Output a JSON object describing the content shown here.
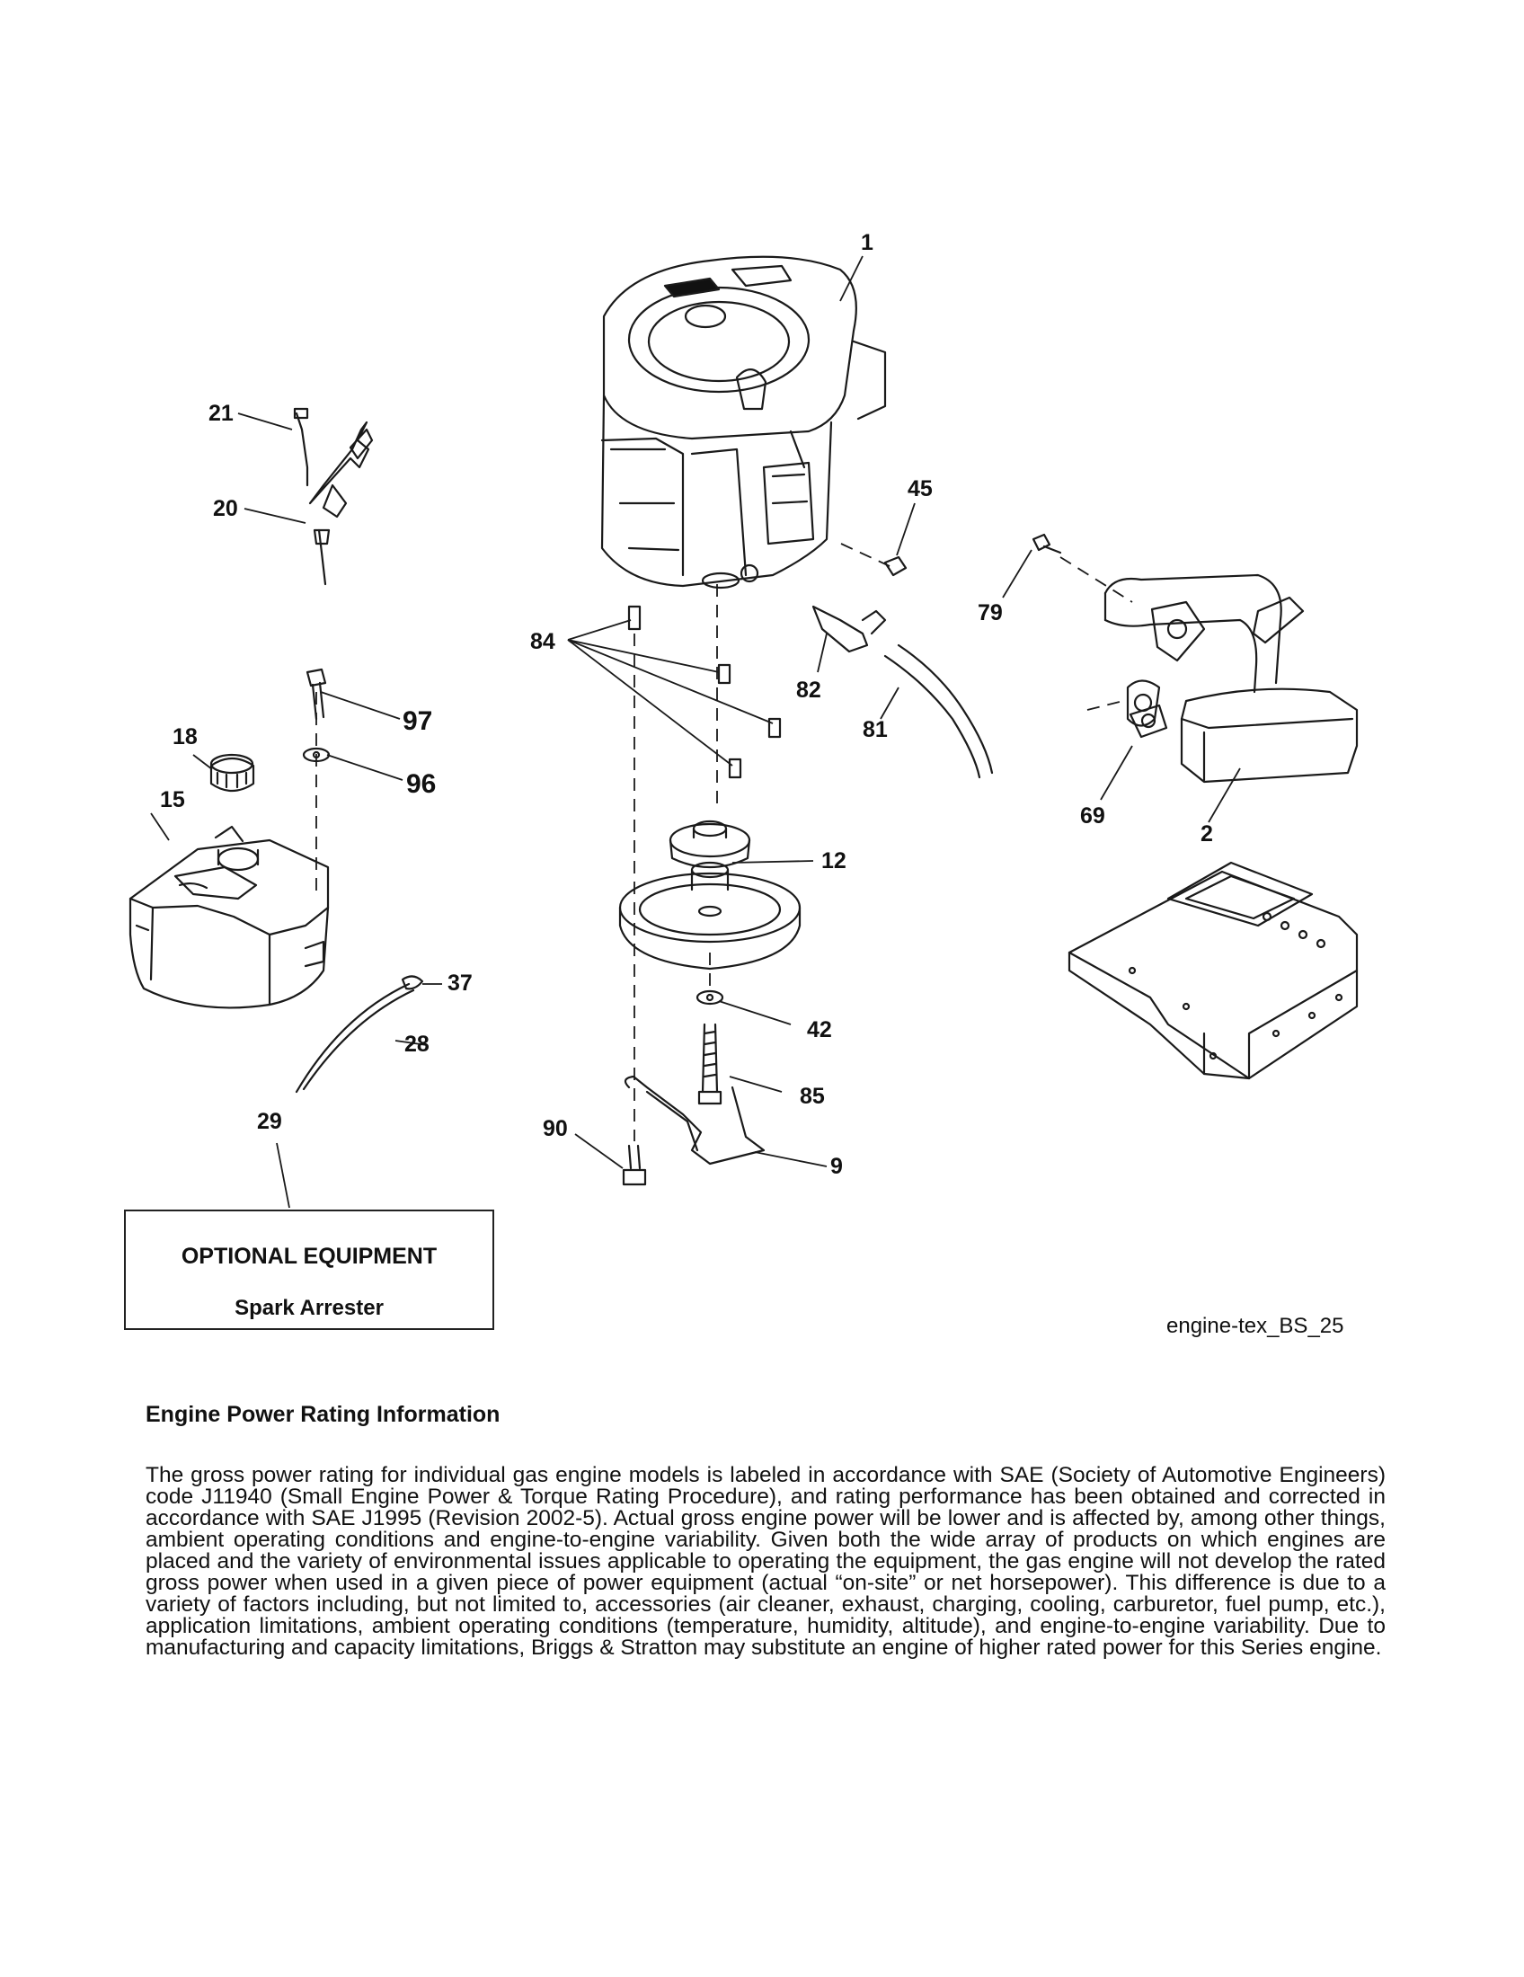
{
  "callouts": [
    {
      "id": "c1",
      "text": "1"
    },
    {
      "id": "c21",
      "text": "21"
    },
    {
      "id": "c20",
      "text": "20"
    },
    {
      "id": "c45",
      "text": "45"
    },
    {
      "id": "c79",
      "text": "79"
    },
    {
      "id": "c84",
      "text": "84"
    },
    {
      "id": "c82",
      "text": "82"
    },
    {
      "id": "c81",
      "text": "81"
    },
    {
      "id": "c97",
      "text": "97"
    },
    {
      "id": "c18",
      "text": "18"
    },
    {
      "id": "c96",
      "text": "96"
    },
    {
      "id": "c15",
      "text": "15"
    },
    {
      "id": "c69",
      "text": "69"
    },
    {
      "id": "c2",
      "text": "2"
    },
    {
      "id": "c12",
      "text": "12"
    },
    {
      "id": "c37",
      "text": "37"
    },
    {
      "id": "c42",
      "text": "42"
    },
    {
      "id": "c28",
      "text": "28"
    },
    {
      "id": "c85",
      "text": "85"
    },
    {
      "id": "c29",
      "text": "29"
    },
    {
      "id": "c90",
      "text": "90"
    },
    {
      "id": "c9",
      "text": "9"
    }
  ],
  "optional_box": {
    "title": "OPTIONAL EQUIPMENT",
    "item": "Spark Arrester"
  },
  "diagram_code": "engine-tex_BS_25",
  "section": {
    "title": "Engine Power Rating Information",
    "body": "The gross power rating for individual gas engine models is labeled in accordance with SAE (Society of Automotive Engineers) code J11940 (Small Engine Power & Torque Rating Procedure), and rating performance has been obtained and corrected in accordance with SAE J1995 (Revision 2002-5). Actual gross engine power will be lower and is affected by, among other things, ambient operating conditions and engine-to-engine variability. Given both the wide array of products on which engines are placed and the variety of environmental issues applicable to operating the equipment, the gas engine will not develop the rated gross power when used in a given piece of power equipment (actual “on-site” or net horsepower). This difference is due to a variety of factors including, but not limited to, accessories (air cleaner, exhaust, charging, cooling, carburetor, fuel pump, etc.), application limitations, ambient operating conditions (temperature, humidity, altitude), and engine-to-engine variability. Due to manufacturing and capacity limitations, Briggs & Stratton may substitute an engine of higher rated power for this Series engine."
  }
}
